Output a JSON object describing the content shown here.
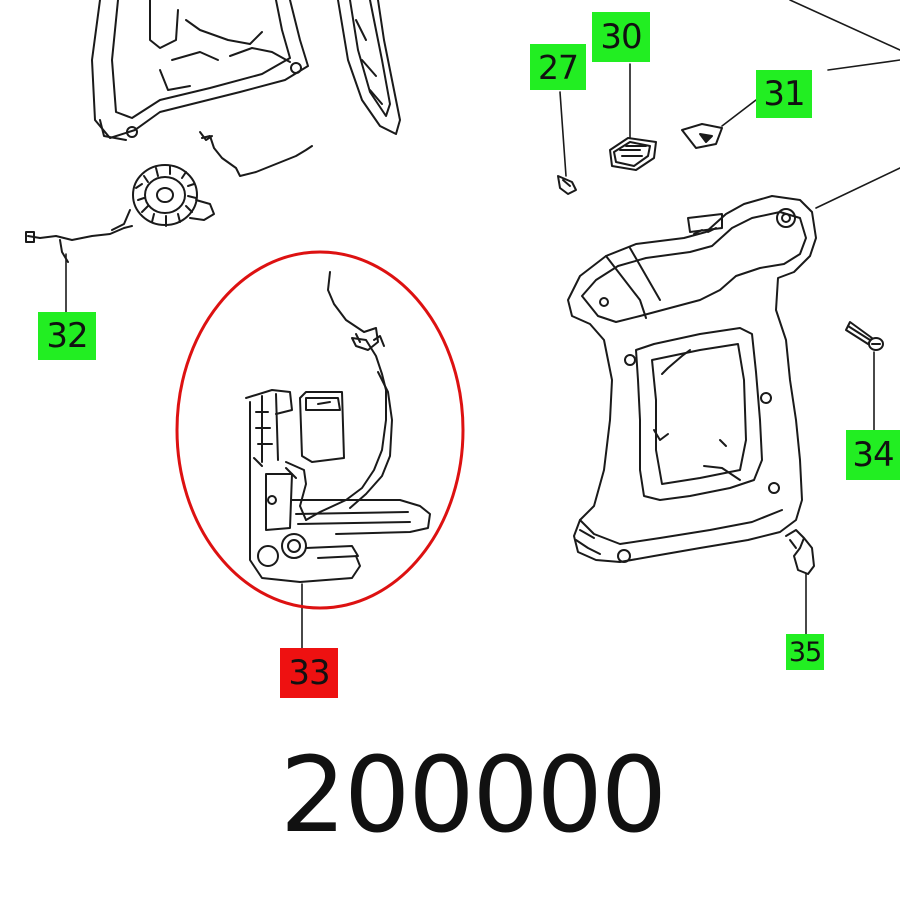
{
  "labels": {
    "item_27": "27",
    "item_30": "30",
    "item_31": "31",
    "item_32": "32",
    "item_33": "33",
    "item_34": "34",
    "item_35": "35"
  },
  "part_number": "200000",
  "colors": {
    "callout_green": "#22ee22",
    "callout_highlight": "#ee1111",
    "highlight_ring": "#dd1111",
    "line_art": "#1a1a1a"
  }
}
